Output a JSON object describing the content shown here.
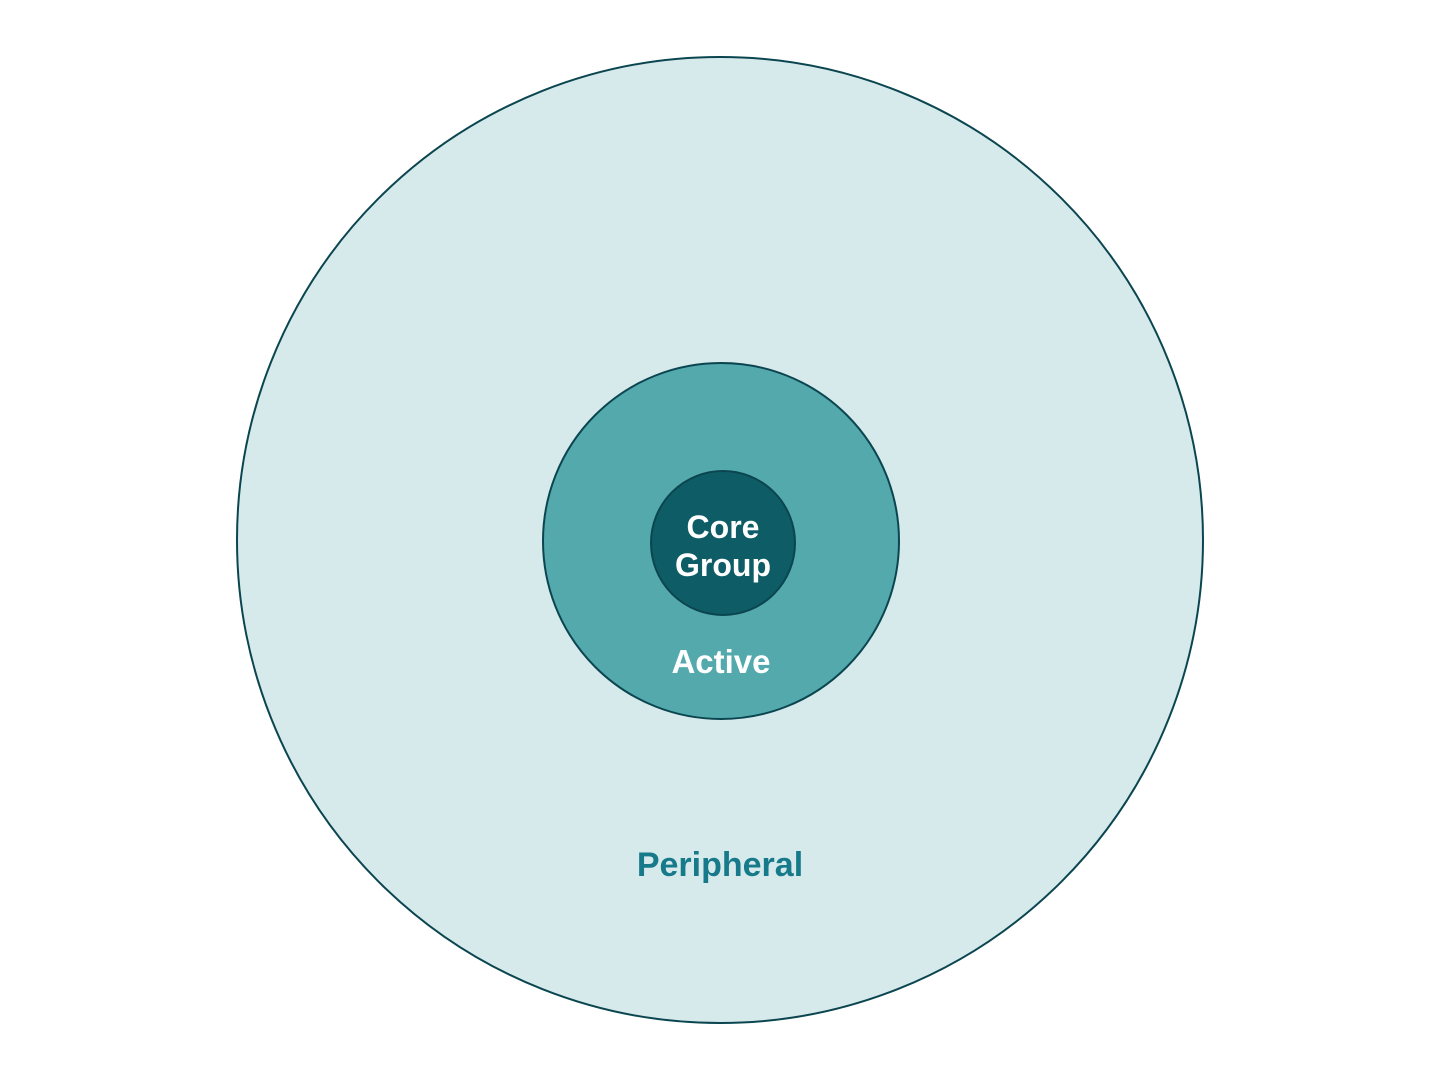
{
  "diagram": {
    "type": "concentric-circles",
    "background": "#FFFFFF",
    "border_color": "#0B4650",
    "rings": [
      {
        "id": "peripheral",
        "label": "Peripheral",
        "fill": "#D6EAEC",
        "text_color": "#177A8B"
      },
      {
        "id": "active",
        "label": "Active",
        "fill": "#54A9AD",
        "text_color": "#FFFFFF"
      },
      {
        "id": "core-group",
        "label": "Core Group",
        "fill": "#0E5C66",
        "text_color": "#FFFFFF"
      }
    ]
  }
}
